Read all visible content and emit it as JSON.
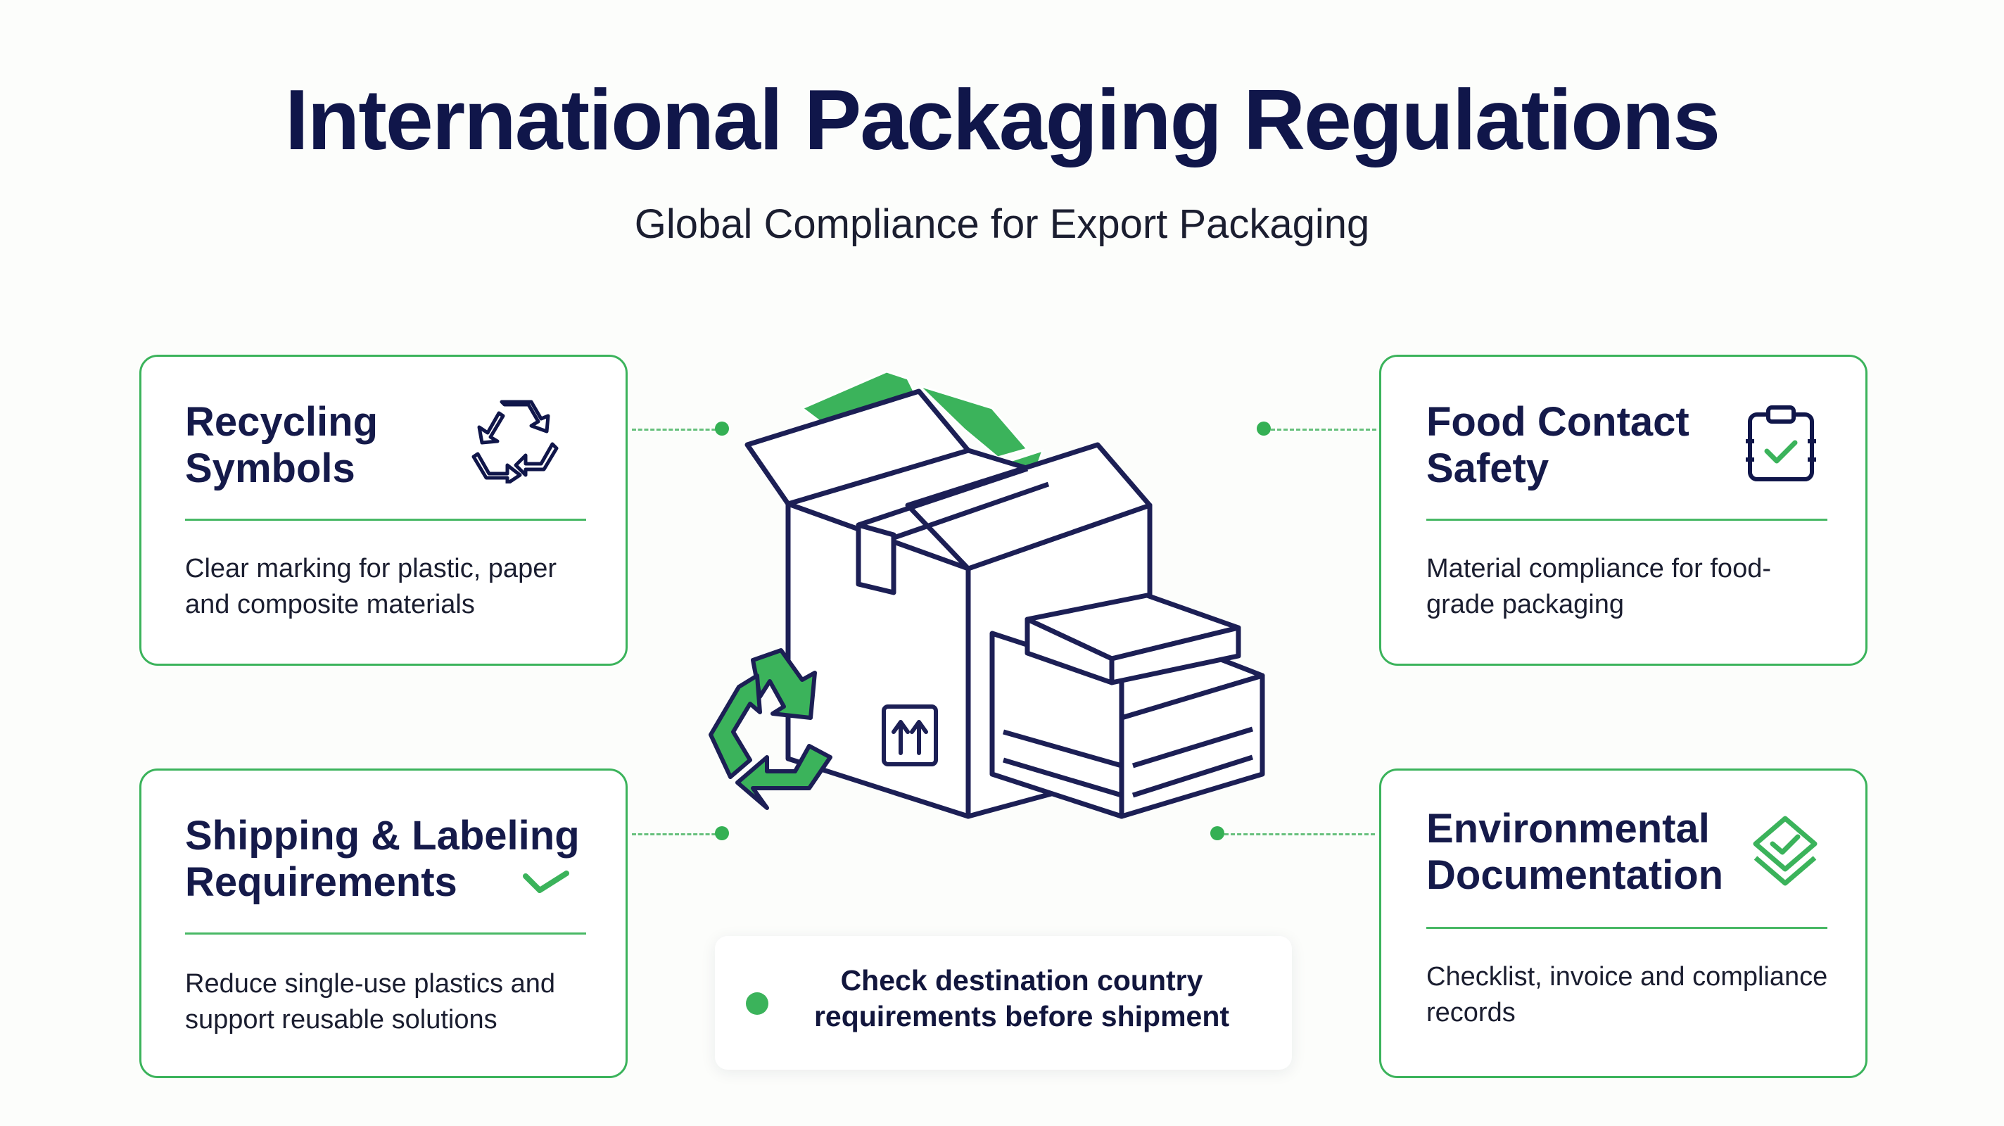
{
  "header": {
    "title": "International Packaging Regulations",
    "subtitle": "Global Compliance for Export Packaging"
  },
  "cards": [
    {
      "title": "Recycling\nSymbols",
      "body": "Clear marking for plastic, paper and composite materials",
      "icon": "recycle-icon"
    },
    {
      "title": "Food Contact\nSafety",
      "body": "Material compliance for food-grade packaging",
      "icon": "clipboard-check-icon"
    },
    {
      "title": "Shipping & Labeling\nRequirements",
      "body": "Reduce single-use plastics and support reusable solutions",
      "icon": "checkmark-icon"
    },
    {
      "title": "Environmental\nDocumentation",
      "body": "Checklist, invoice and compliance records",
      "icon": "layers-check-icon"
    }
  ],
  "callout": {
    "text": "Check destination country requirements before shipment"
  },
  "illustration": {
    "icons": [
      "cardboard-box-icon",
      "recycle-arrows-icon",
      "stacked-boxes-icon",
      "this-side-up-icon"
    ]
  },
  "colors": {
    "navy": "#10164a",
    "green": "#3bb35b",
    "card_border": "#3bb35b"
  }
}
